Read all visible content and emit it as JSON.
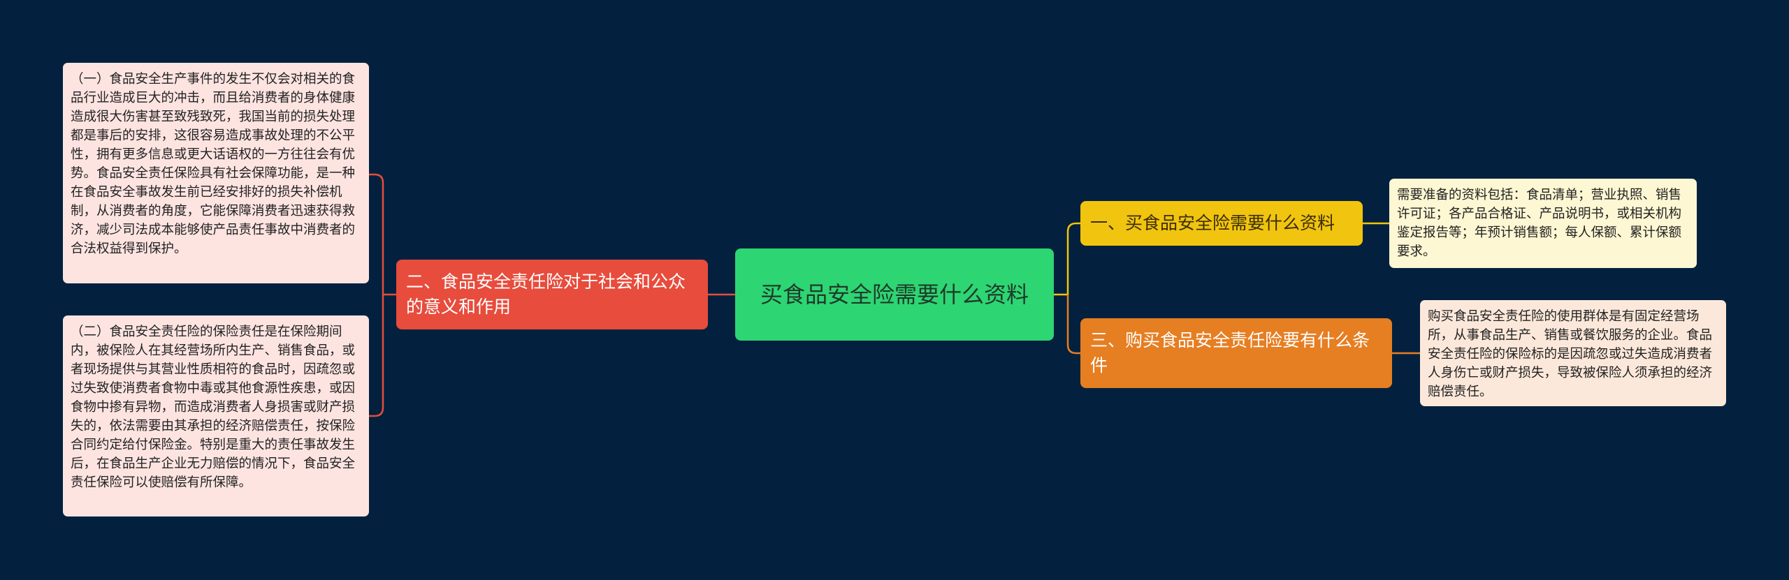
{
  "colors": {
    "background": "#03213e",
    "center": "#2ed573",
    "branch_left": "#e74c3c",
    "branch_right_1": "#f1c40f",
    "branch_right_3": "#e67e22",
    "leaf_left": "#fde4e1",
    "leaf_right_1": "#fef7d3",
    "leaf_right_3": "#fce8da"
  },
  "center": {
    "title": "买食品安全险需要什么资料"
  },
  "branches": {
    "left": {
      "label": "二、食品安全责任险对于社会和公众的意义和作用",
      "leaves": [
        "（一）食品安全生产事件的发生不仅会对相关的食品行业造成巨大的冲击，而且给消费者的身体健康造成很大伤害甚至致残致死，我国当前的损失处理都是事后的安排，这很容易造成事故处理的不公平性，拥有更多信息或更大话语权的一方往往会有优势。食品安全责任保险具有社会保障功能，是一种在食品安全事故发生前已经安排好的损失补偿机制，从消费者的角度，它能保障消费者迅速获得救济，减少司法成本能够使产品责任事故中消费者的合法权益得到保护。",
        "（二）食品安全责任险的保险责任是在保险期间内，被保险人在其经营场所内生产、销售食品，或者现场提供与其营业性质相符的食品时，因疏忽或过失致使消费者食物中毒或其他食源性疾患，或因食物中掺有异物，而造成消费者人身损害或财产损失的，依法需要由其承担的经济赔偿责任，按保险合同约定给付保险金。特别是重大的责任事故发生后，在食品生产企业无力赔偿的情况下，食品安全责任保险可以使赔偿有所保障。"
      ]
    },
    "right_1": {
      "label": "一、买食品安全险需要什么资料",
      "leaf": "需要准备的资料包括：食品清单；营业执照、销售许可证；各产品合格证、产品说明书，或相关机构鉴定报告等；年预计销售额；每人保额、累计保额要求。"
    },
    "right_3": {
      "label": "三、购买食品安全责任险要有什么条件",
      "leaf": "购买食品安全责任险的使用群体是有固定经营场所，从事食品生产、销售或餐饮服务的企业。食品安全责任险的保险标的是因疏忽或过失造成消费者人身伤亡或财产损失，导致被保险人须承担的经济赔偿责任。"
    }
  }
}
